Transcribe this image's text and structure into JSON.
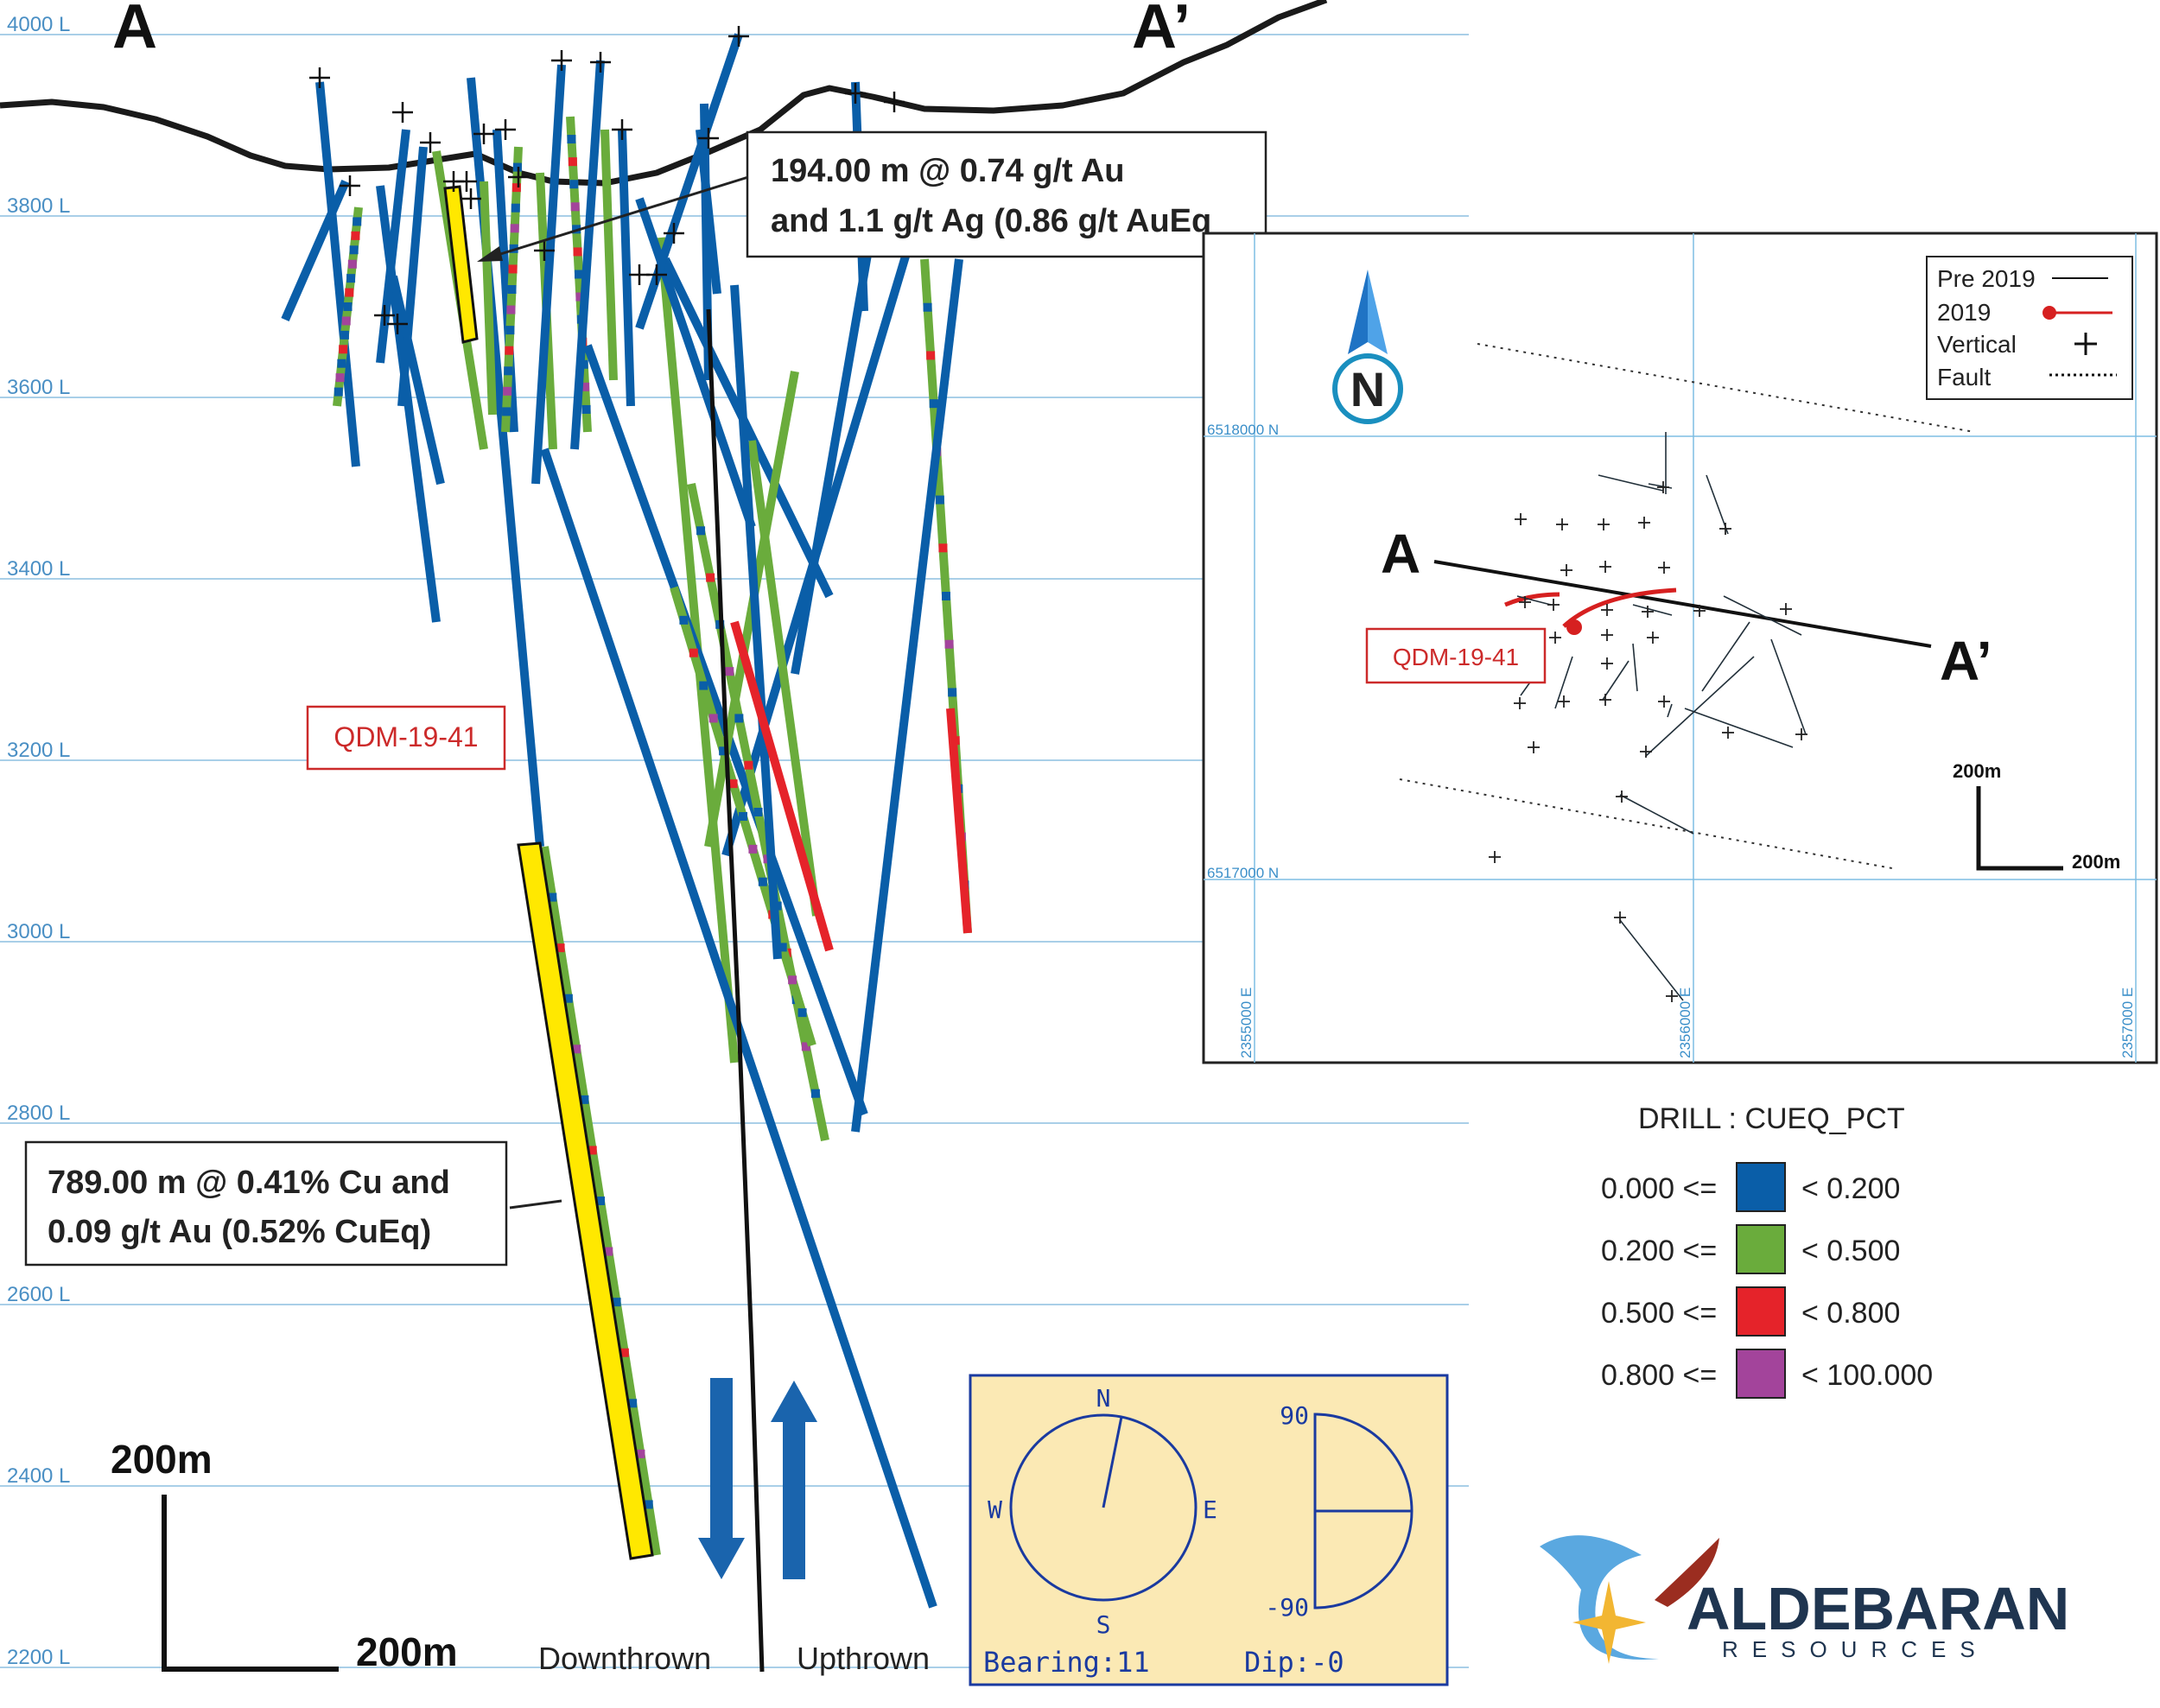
{
  "section": {
    "label_left": "A",
    "label_right": "A’",
    "levels": [
      "4000 L",
      "3800 L",
      "3600 L",
      "3400 L",
      "3200 L",
      "3000 L",
      "2800 L",
      "2600 L",
      "2400 L",
      "2200 L"
    ],
    "scale_vertical": "200m",
    "scale_horizontal": "200m",
    "hole_label": "QDM-19-41",
    "fault_downthrown": "Downthrown",
    "fault_upthrown": "Upthrown"
  },
  "callouts": {
    "upper_line1": "194.00 m @ 0.74 g/t Au",
    "upper_line2": "and 1.1 g/t Ag (0.86 g/t AuEq",
    "lower_line1": "789.00 m @ 0.41% Cu and",
    "lower_line2": "0.09 g/t Au (0.52% CuEq)"
  },
  "inset_map": {
    "north_letter": "N",
    "legend": [
      {
        "label": "Pre 2019",
        "symbol": "line"
      },
      {
        "label": "2019",
        "symbol": "red-line-dot"
      },
      {
        "label": "Vertical",
        "symbol": "cross"
      },
      {
        "label": "Fault",
        "symbol": "dotted"
      }
    ],
    "grid_north_top": "6518000 N",
    "grid_north_bottom": "6517000 N",
    "grid_east": [
      "2355000 E",
      "2356000 E",
      "2357000 E"
    ],
    "section_a": "A",
    "section_a_prime": "A’",
    "hole_label": "QDM-19-41",
    "scale_vertical": "200m",
    "scale_horizontal": "200m"
  },
  "grade_legend": {
    "title": "DRILL : CUEQ_PCT",
    "bins": [
      {
        "low": "0.000 <=",
        "high": "< 0.200",
        "color": "#0a5ea8"
      },
      {
        "low": "0.200 <=",
        "high": "< 0.500",
        "color": "#6aac3c"
      },
      {
        "low": "0.500 <=",
        "high": "< 0.800",
        "color": "#e5232a"
      },
      {
        "low": "0.800 <=",
        "high": "< 100.000",
        "color": "#a3449b"
      }
    ]
  },
  "orientation": {
    "compass_n": "N",
    "compass_s": "S",
    "compass_e": "E",
    "compass_w": "W",
    "dip_top": "90",
    "dip_bottom": "-90",
    "bearing": "Bearing:11",
    "dip": "Dip:-0"
  },
  "logo": {
    "name": "ALDEBARAN",
    "tagline": "RESOURCES"
  },
  "colors": {
    "level_line": "#a9cfe8",
    "grade_low": "#0a5ea8",
    "grade_mid": "#6aac3c",
    "grade_high": "#e5232a",
    "grade_top": "#a3449b",
    "highlight": "#ffe800",
    "hole_2019": "#d62020",
    "inset_grid": "#7fbde3"
  }
}
